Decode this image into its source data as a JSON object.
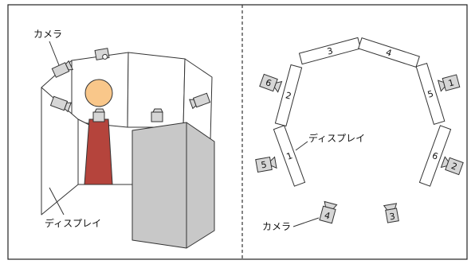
{
  "left_panel": {
    "camera_label": "カメラ",
    "display_label": "ディスプレイ"
  },
  "right_panel": {
    "display_label": "ディスプレイ",
    "camera_label": "カメラ",
    "display_panels": [
      "1",
      "2",
      "3",
      "4",
      "5",
      "6"
    ],
    "cameras": [
      "1",
      "2",
      "3",
      "4",
      "5",
      "6"
    ]
  },
  "colors": {
    "person_head": "#f9c78a",
    "person_body": "#b5443c",
    "active_panel": "#c8c8c8",
    "camera_fill": "#d6d6d6",
    "outline": "#333333"
  }
}
